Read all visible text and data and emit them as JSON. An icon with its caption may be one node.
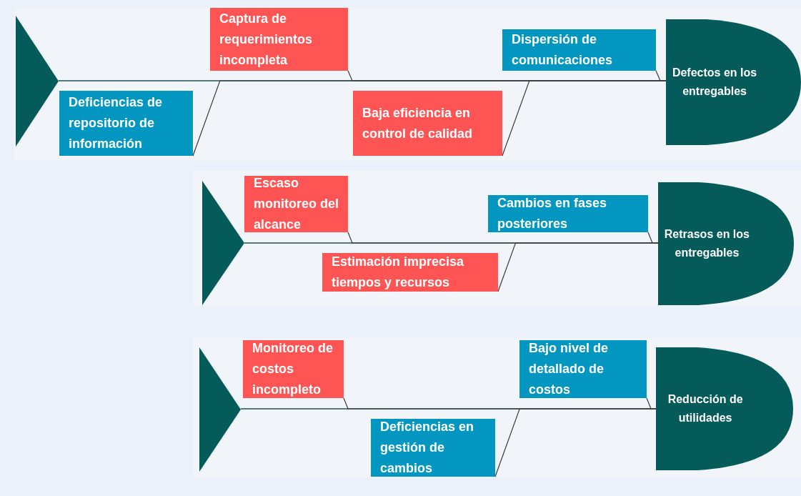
{
  "diagram": {
    "nodes": [
      {
        "text": [],
        "shape": "triangle"
      },
      {
        "text": [
          "Captura de requerimientos incompleta"
        ]
      },
      {
        "text": [
          "Dispersión de comunicaciones"
        ]
      },
      {
        "text": [
          "Defectos en los entregables"
        ]
      },
      {
        "text": [
          "Deficiencias de repositorio de información"
        ]
      },
      {
        "text": [
          "Baja eficiencia en control de calidad"
        ]
      },
      {
        "text": [],
        "shape": "triangle"
      },
      {
        "text": [
          "Escaso monitoreo del alcance"
        ]
      },
      {
        "text": [
          "Cambios en fases posteriores"
        ]
      },
      {
        "text": [
          "Retrasos en los entregables"
        ]
      },
      {
        "text": [
          "Estimación imprecisa tiempos y recursos"
        ]
      },
      {
        "text": [],
        "shape": "triangle"
      },
      {
        "text": [
          "Monitoreo de costos incompleto"
        ]
      },
      {
        "text": [
          "Bajo nivel de detallado de costos"
        ]
      },
      {
        "text": [
          "Reducción de utilidades"
        ]
      },
      {
        "text": [
          "Deficiencias en gestión de cambios"
        ]
      }
    ],
    "edges": [
      {
        "from": 0,
        "to": 3,
        "arrow": "none"
      },
      {
        "from": 1,
        "to": 3,
        "arrow": "none"
      },
      {
        "from": 2,
        "to": 3,
        "arrow": "none"
      },
      {
        "from": 4,
        "to": 3,
        "arrow": "none"
      },
      {
        "from": 5,
        "to": 3,
        "arrow": "none"
      },
      {
        "from": 6,
        "to": 9,
        "arrow": "none"
      },
      {
        "from": 7,
        "to": 9,
        "arrow": "none"
      },
      {
        "from": 8,
        "to": 9,
        "arrow": "none"
      },
      {
        "from": 10,
        "to": 9,
        "arrow": "none"
      },
      {
        "from": 11,
        "to": 14,
        "arrow": "none"
      },
      {
        "from": 12,
        "to": 14,
        "arrow": "none"
      },
      {
        "from": 13,
        "to": 14,
        "arrow": "none"
      },
      {
        "from": 15,
        "to": 14,
        "arrow": "none"
      }
    ]
  }
}
